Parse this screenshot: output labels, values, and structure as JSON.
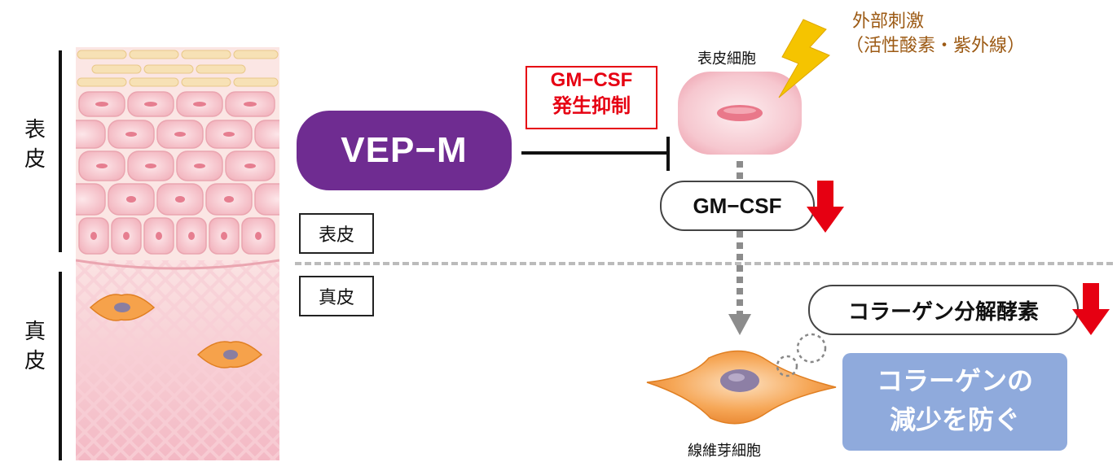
{
  "labels": {
    "epidermis_side": "表\n皮",
    "dermis_side": "真\n皮",
    "epidermis_box": "表皮",
    "dermis_box": "真皮",
    "vep": "VEP−M",
    "inhibit_line1": "GM−CSF",
    "inhibit_line2": "発生抑制",
    "epidermal_cell": "表皮細胞",
    "stimulus_line1": "外部刺激",
    "stimulus_line2": "（活性酸素・紫外線）",
    "gmcsf": "GM−CSF",
    "enzyme": "コラーゲン分解酵素",
    "fibroblast": "線維芽細胞",
    "result_line1": "コラーゲンの",
    "result_line2": "減少を防ぐ"
  },
  "colors": {
    "vep": "#6f2c91",
    "down_arrow": "#e60012",
    "result_box": "#8faadc",
    "stimulus_text": "#9c5a14",
    "lightning": "#f5c400"
  },
  "icons": {
    "stimulus": "lightning-bolt-icon",
    "decrease": "down-arrow-icon"
  }
}
